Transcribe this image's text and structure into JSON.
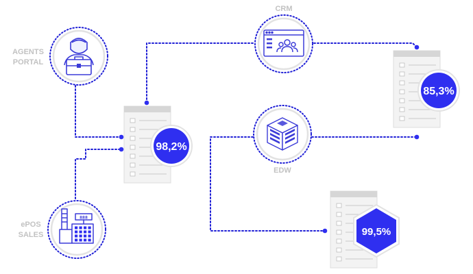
{
  "colors": {
    "accent": "#2f2ff0",
    "line": "#1f1fd6",
    "label": "#c2c2c2",
    "ring": "#e2e2e2",
    "doc_header": "#d6d6d6",
    "doc_body": "#f3f3f3"
  },
  "sources": {
    "agents_portal": {
      "line1": "AGENTS",
      "line2": "PORTAL",
      "icon": "agent-briefcase-icon"
    },
    "epos_sales": {
      "line1": "ePOS",
      "line2": "SALES",
      "icon": "cash-register-icon",
      "display": "888"
    },
    "crm": {
      "label": "CRM",
      "icon": "crm-team-screen-icon"
    },
    "edw": {
      "label": "EDW",
      "icon": "data-warehouse-cube-icon"
    }
  },
  "scores": {
    "main": {
      "value": "98,2%"
    },
    "crm": {
      "value": "85,3%"
    },
    "edw": {
      "value": "99,5%"
    }
  }
}
